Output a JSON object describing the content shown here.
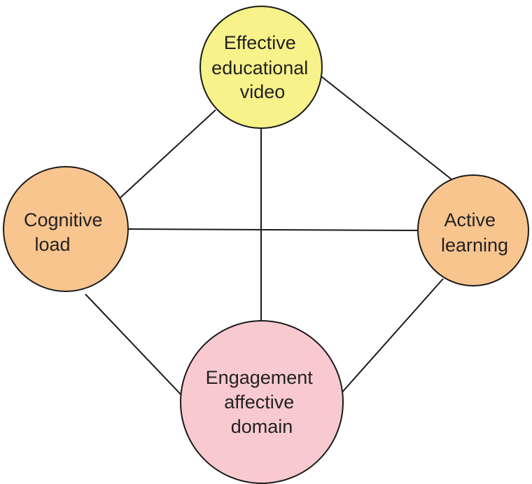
{
  "colors": {
    "yellow_fill": "#f7f28a",
    "orange_fill": "#f9c58f",
    "pink_fill": "#f8cacf",
    "stroke": "#1a1a1a"
  },
  "nodes": {
    "effective_video": {
      "lines": [
        "Effective",
        "educational",
        "video"
      ]
    },
    "cognitive_load": {
      "lines": [
        "Cognitive",
        "load"
      ]
    },
    "active_learning": {
      "lines": [
        "Active",
        "learning"
      ]
    },
    "engagement": {
      "lines": [
        "Engagement",
        "affective",
        "domain"
      ]
    }
  }
}
